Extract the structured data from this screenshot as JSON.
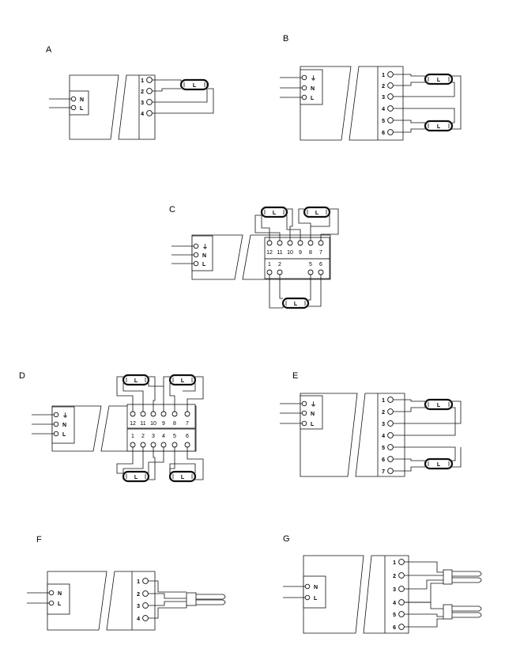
{
  "diagrams": {
    "A": {
      "label": "A",
      "input": [
        "N",
        "L"
      ],
      "terminals": [
        "1",
        "2",
        "3",
        "4"
      ],
      "lamp": "L"
    },
    "B": {
      "label": "B",
      "input": [
        "⏚",
        "N",
        "L"
      ],
      "terminals": [
        "1",
        "2",
        "3",
        "4",
        "5",
        "6"
      ],
      "lamp": "L"
    },
    "C": {
      "label": "C",
      "input": [
        "⏚",
        "N",
        "L"
      ],
      "terminals_top": [
        "12",
        "11",
        "10",
        "9",
        "8",
        "7"
      ],
      "terminals_bottom": [
        "1",
        "2",
        "5",
        "6"
      ],
      "lamp": "L"
    },
    "D": {
      "label": "D",
      "input": [
        "⏚",
        "N",
        "L"
      ],
      "terminals_top": [
        "12",
        "11",
        "10",
        "9",
        "8",
        "7"
      ],
      "terminals_bottom": [
        "1",
        "2",
        "3",
        "4",
        "5",
        "6"
      ],
      "lamp": "L"
    },
    "E": {
      "label": "E",
      "input": [
        "⏚",
        "N",
        "L"
      ],
      "terminals": [
        "1",
        "2",
        "3",
        "4",
        "5",
        "6",
        "7"
      ],
      "lamp": "L"
    },
    "F": {
      "label": "F",
      "input": [
        "N",
        "L"
      ],
      "terminals": [
        "1",
        "2",
        "3",
        "4"
      ]
    },
    "G": {
      "label": "G",
      "input": [
        "N",
        "L"
      ],
      "terminals": [
        "1",
        "2",
        "3",
        "4",
        "5",
        "6"
      ]
    }
  },
  "colors": {
    "line": "#111111",
    "background": "#ffffff"
  }
}
